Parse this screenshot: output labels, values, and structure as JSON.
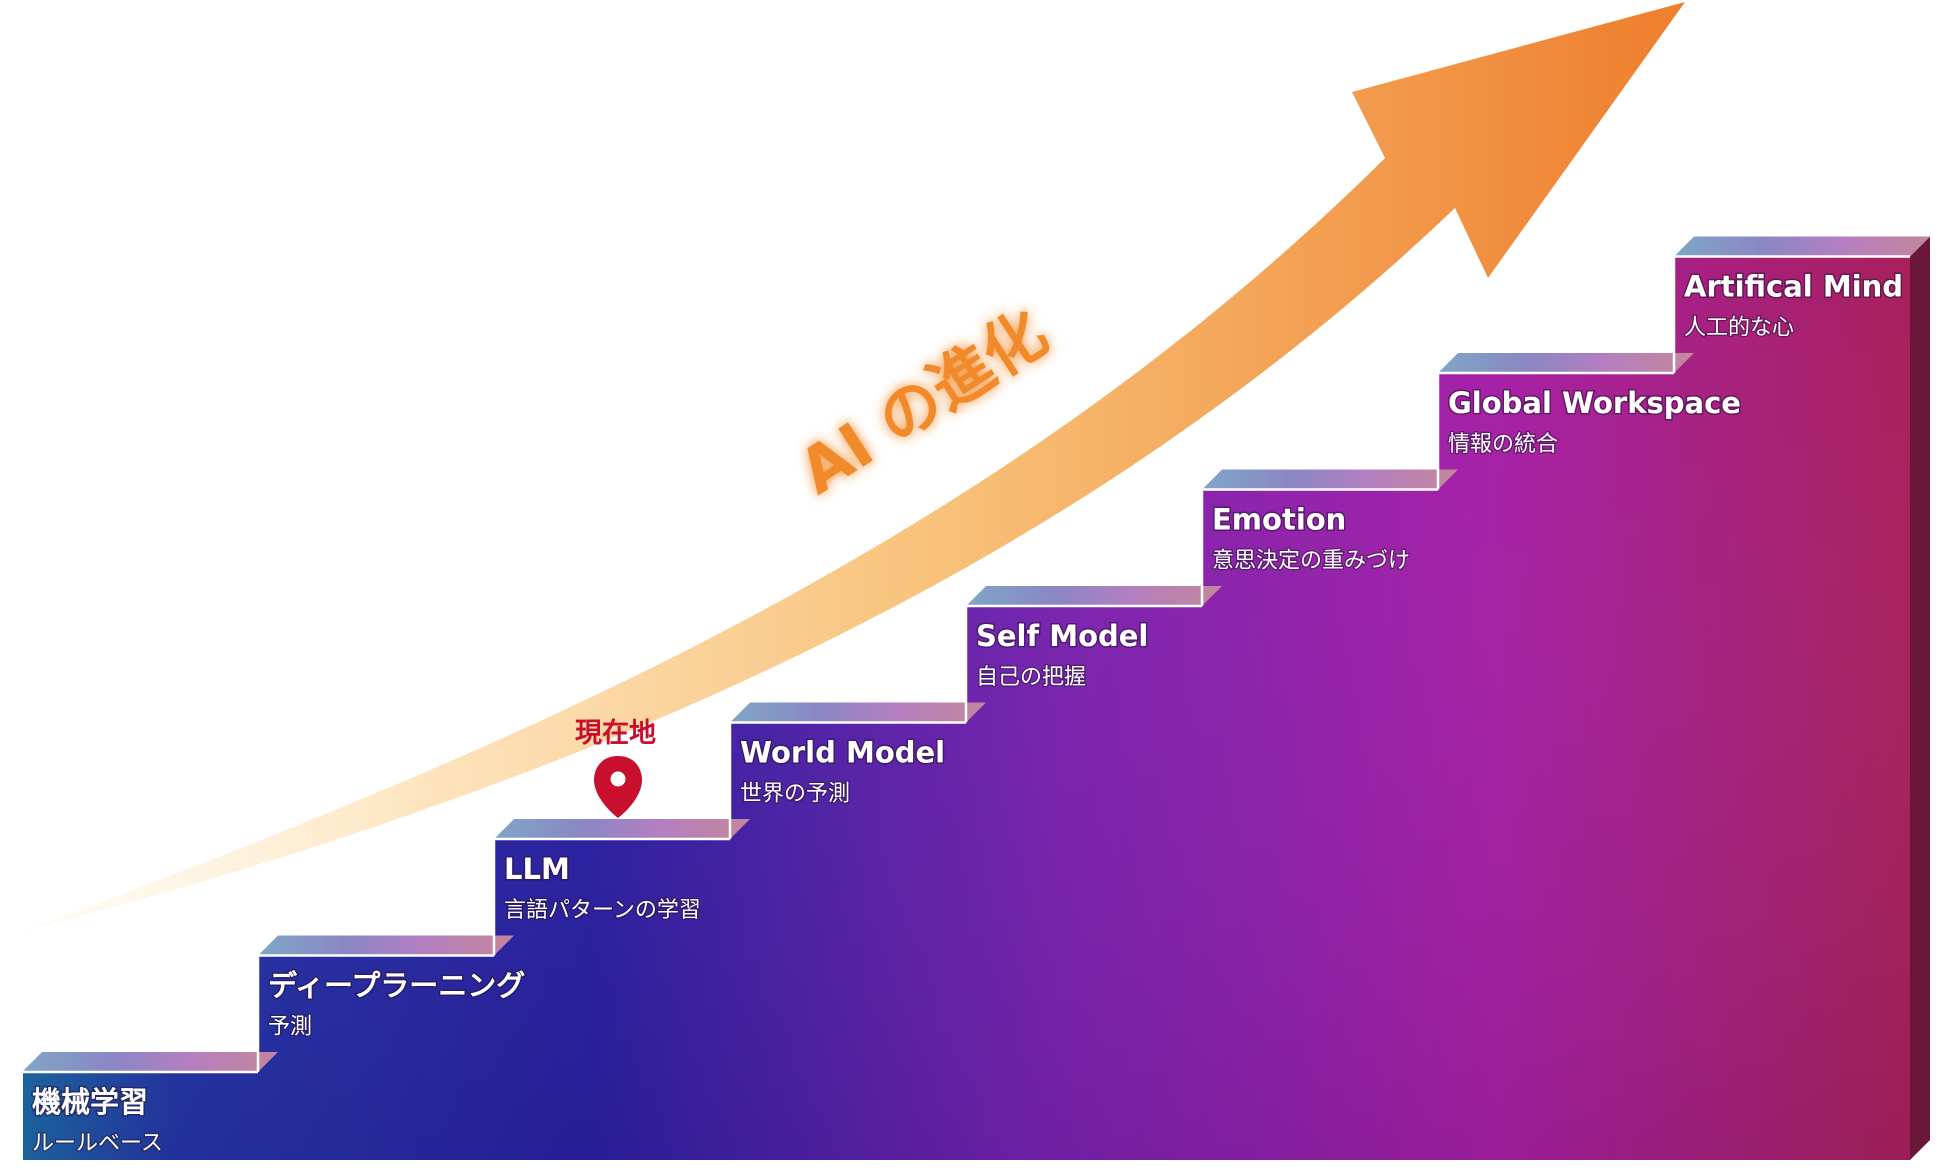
{
  "arrow": {
    "label": "AI の進化",
    "color": "#f08a2c"
  },
  "current_marker": {
    "label": "現在地",
    "color": "#c8102e",
    "step_index": 2
  },
  "steps": [
    {
      "title": "機械学習",
      "subtitle": "ルールベース"
    },
    {
      "title": "ディープラーニング",
      "subtitle": "予測"
    },
    {
      "title": "LLM",
      "subtitle": "言語パターンの学習"
    },
    {
      "title": "World Model",
      "subtitle": "世界の予測"
    },
    {
      "title": "Self Model",
      "subtitle": "自己の把握"
    },
    {
      "title": "Emotion",
      "subtitle": "意思決定の重みづけ"
    },
    {
      "title": "Global Workspace",
      "subtitle": "情報の統合"
    },
    {
      "title": "Artifical Mind",
      "subtitle": "人工的な心"
    }
  ],
  "colors": {
    "stair_left": "#1e6fae",
    "stair_mid": "#2a21a8",
    "stair_right": "#a51f62",
    "arrow_start": "#fde8c7",
    "arrow_end": "#ef8030"
  }
}
